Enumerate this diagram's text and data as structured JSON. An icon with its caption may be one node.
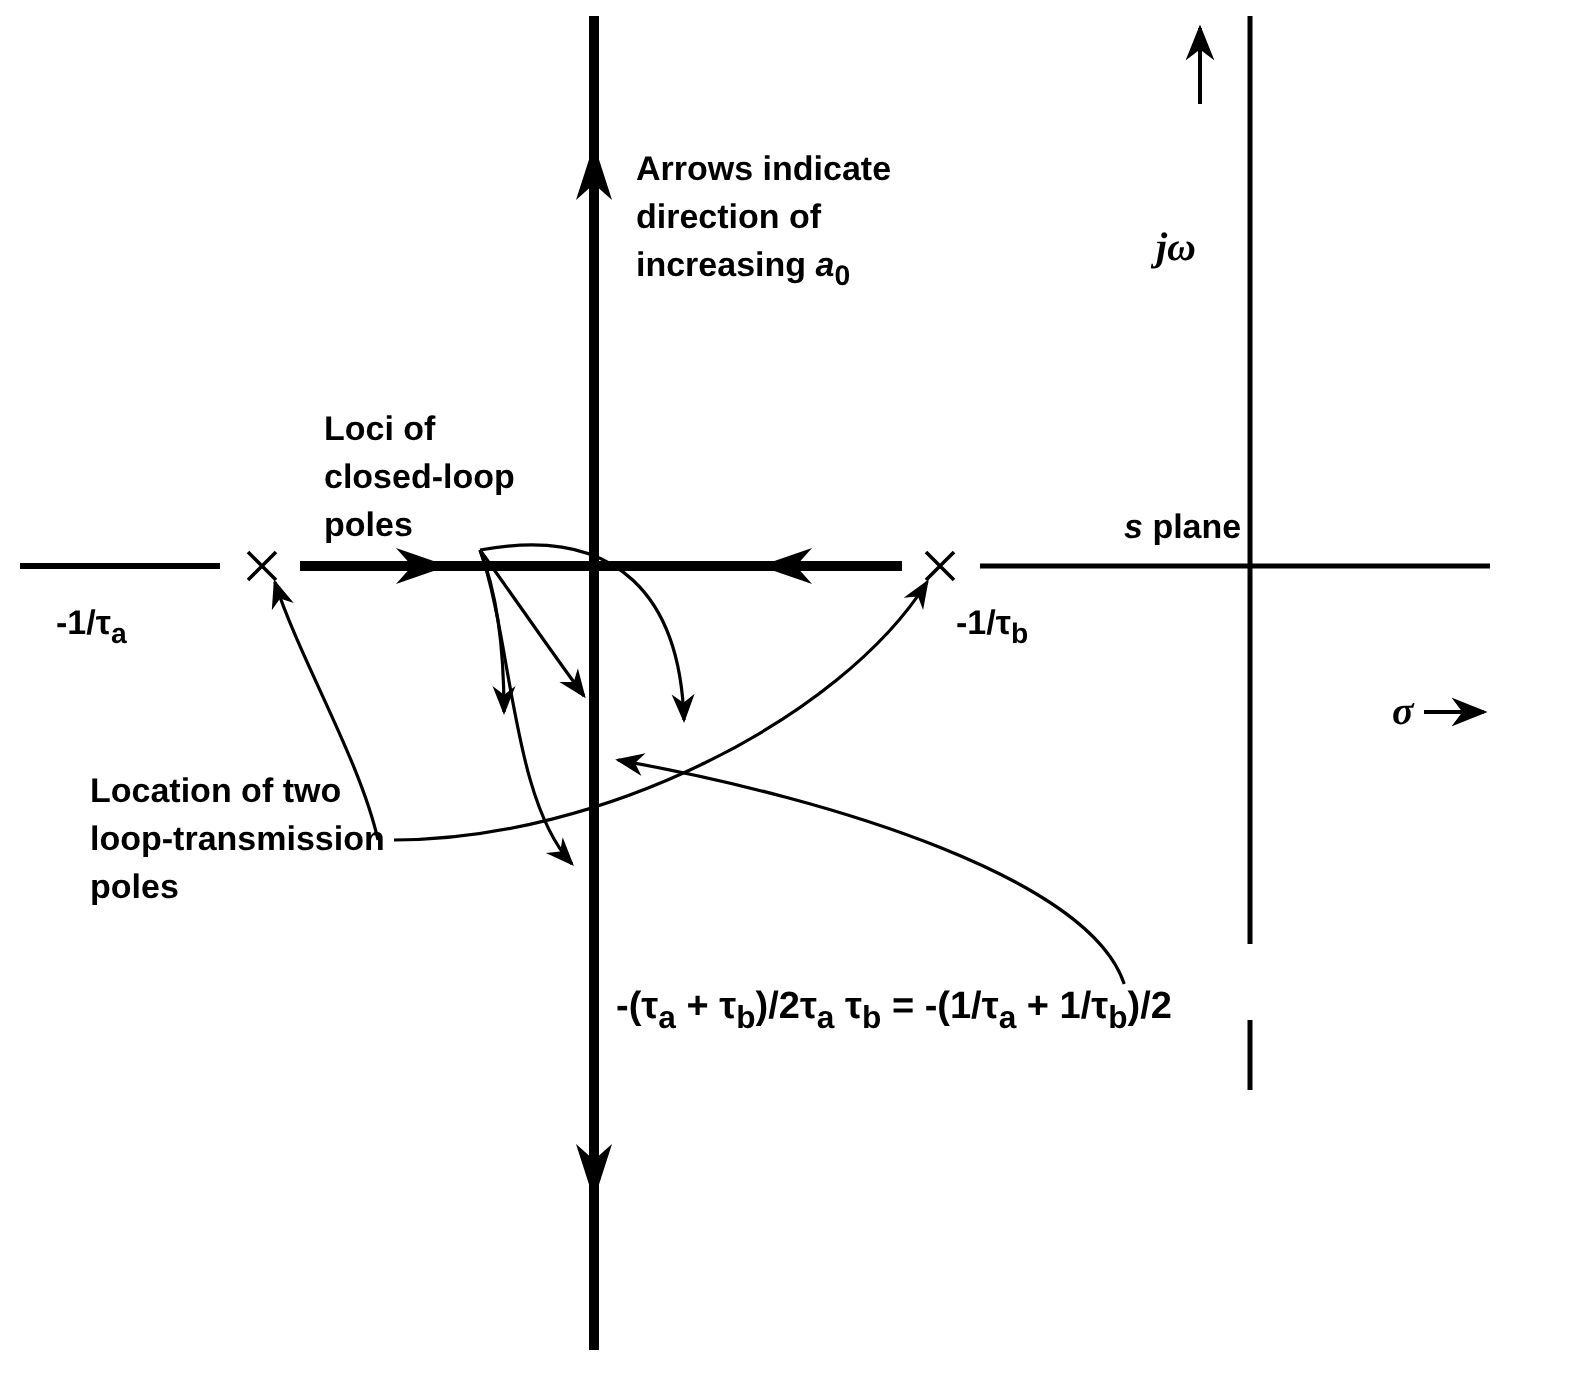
{
  "diagram": {
    "nodes": [
      {
        "text": [
          "Loci of closed-loop poles"
        ]
      },
      {
        "text": [
          "Location of two loop-transmission poles"
        ]
      },
      {
        "text": [
          "-(τ$_{a}$ + τ$_{b}$)/2τ$_{a}$ τ$_{b}$ = -(1/τ$_{a}$ + 1/τ$_{b}$)/2"
        ]
      },
      {
        "text": [],
        "shape": "cross"
      },
      {
        "text": [],
        "shape": "cross"
      }
    ],
    "edges": [
      {
        "from": 0,
        "to": null,
        "arrow": "to"
      },
      {
        "from": 0,
        "to": null,
        "arrow": "to"
      },
      {
        "from": 0,
        "to": null,
        "arrow": "to"
      },
      {
        "from": 0,
        "to": null,
        "arrow": "to"
      },
      {
        "from": 1,
        "to": 3,
        "arrow": "to"
      },
      {
        "from": 1,
        "to": 4,
        "arrow": "to"
      },
      {
        "from": 2,
        "to": null,
        "arrow": "to"
      }
    ],
    "labels": [
      "Arrows indicate direction of increasing *a*$_{0}$",
      "jω",
      "*s* plane",
      "σ",
      "-1/τ$_{a}$",
      "-1/τ$_{b}$"
    ]
  }
}
